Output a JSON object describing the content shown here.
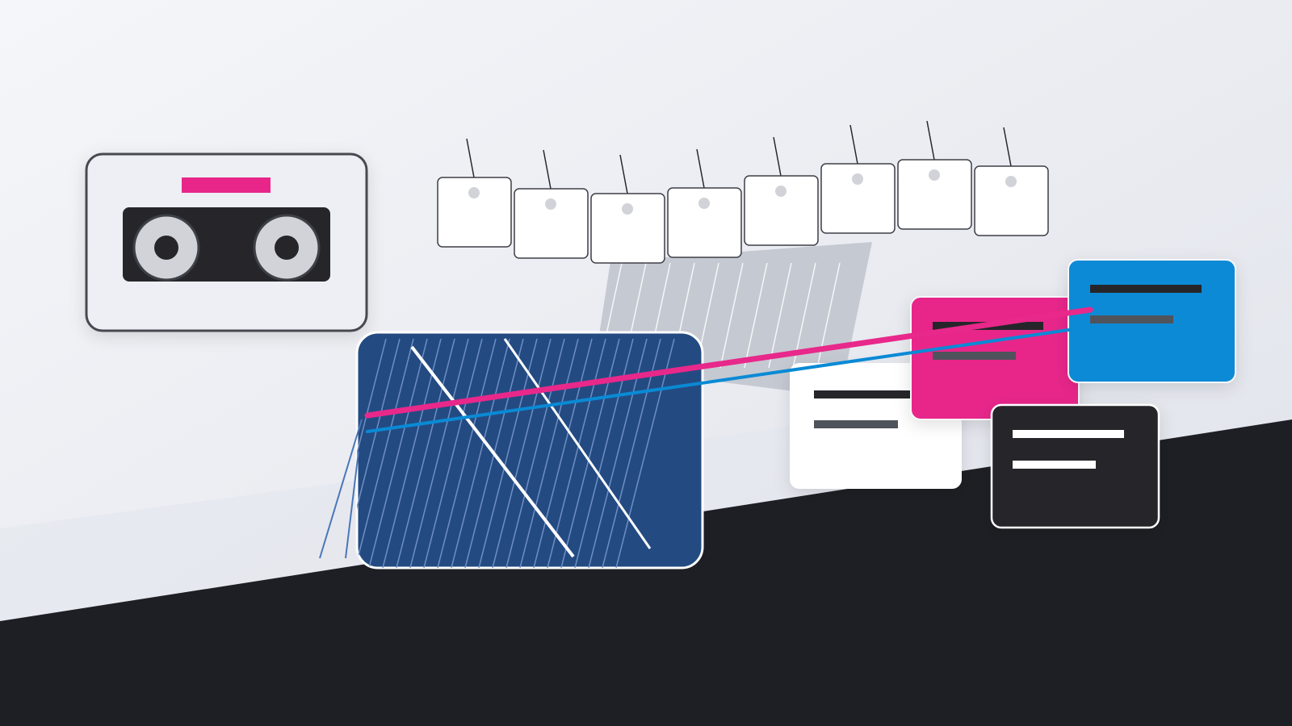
{
  "palette": {
    "background_top": "#f4f5f8",
    "background_bottom": "#dfe2ea",
    "floor": "#1e1f24",
    "pink": "#e8288a",
    "blue": "#0a8ad5",
    "navy": "#234b82",
    "dark": "#26272c",
    "gray_stripe": "#c5c9d2",
    "outline": "#464851",
    "white": "#ffffff"
  },
  "icons": {
    "cassette": "cassette-tape-icon",
    "tags": "hanging-tag-icon",
    "cards": "message-card-icon"
  },
  "tag_count": 8,
  "card_colors": [
    "white",
    "pink",
    "blue",
    "dark"
  ]
}
